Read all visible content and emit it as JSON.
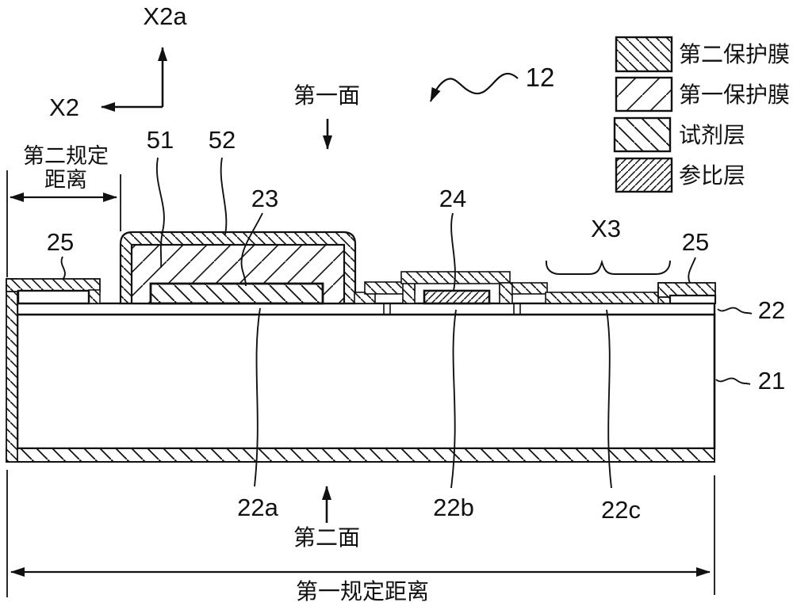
{
  "colors": {
    "ink": "#111111",
    "background": "#ffffff"
  },
  "axis": {
    "up_label": "X2a",
    "left_label": "X2"
  },
  "legend": {
    "items": [
      {
        "label": "第二保护膜",
        "swatch": "backslash-hatch-medium"
      },
      {
        "label": "第一保护膜",
        "swatch": "slash-hatch-sparse"
      },
      {
        "label": "试剂层",
        "swatch": "backslash-hatch-wide"
      },
      {
        "label": "参比层",
        "swatch": "slash-hatch-dense"
      }
    ]
  },
  "callouts": {
    "device": "12",
    "first_protective_film": "51",
    "second_protective_film": "52",
    "reagent_layer": "23",
    "reference_layer": "24",
    "electrode_left": "25",
    "electrode_right": "25",
    "window_region": "X3",
    "electrode_layer": "22",
    "substrate": "21",
    "electrode_a": "22a",
    "electrode_b": "22b",
    "electrode_c": "22c"
  },
  "annotations": {
    "first_face": "第一面",
    "second_face": "第二面",
    "first_specified_distance": "第一规定距离",
    "second_specified_distance_line1": "第二规定",
    "second_specified_distance_line2": "距离"
  }
}
